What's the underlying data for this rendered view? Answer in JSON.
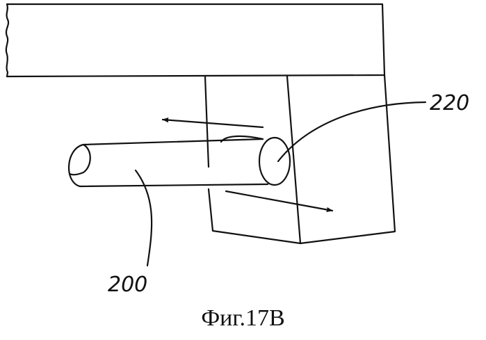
{
  "figure": {
    "labels": {
      "part_220": "220",
      "part_200": "200"
    },
    "caption": "Фиг.17В"
  }
}
